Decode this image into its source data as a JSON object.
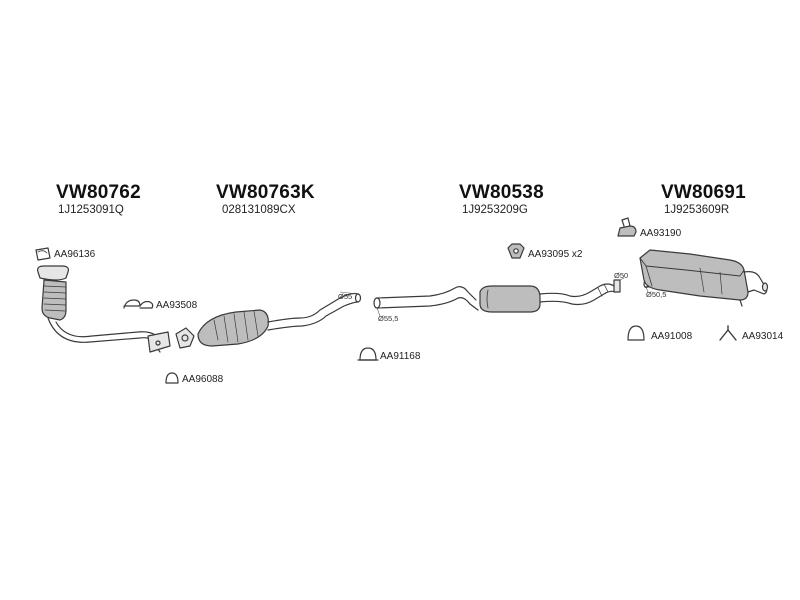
{
  "groups": [
    {
      "code": "VW80762",
      "oem": "1J1253091Q"
    },
    {
      "code": "VW80763K",
      "oem": "028131089CX"
    },
    {
      "code": "VW80538",
      "oem": "1J9253209G"
    },
    {
      "code": "VW80691",
      "oem": "1J9253609R"
    }
  ],
  "accessories": {
    "aa96136": "AA96136",
    "aa93508": "AA93508",
    "aa96088": "AA96088",
    "aa91168": "AA91168",
    "aa93095": "AA93095 x2",
    "aa93190": "AA93190",
    "aa91008": "AA91008",
    "aa93014": "AA93014"
  },
  "diameters": {
    "d55": "Ø55",
    "d55_5": "Ø55,5",
    "d50": "Ø50",
    "d50_5": "Ø50,5"
  },
  "colors": {
    "line": "#3a3a3a",
    "fill_light": "#e6e6e6",
    "fill_mid": "#bdbdbd"
  }
}
